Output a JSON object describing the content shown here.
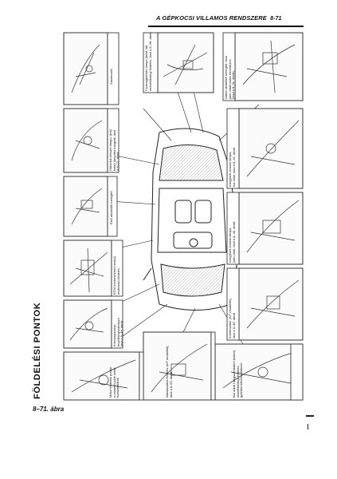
{
  "header": {
    "title": "A GÉPKOCSI VILLAMOS RENDSZERE",
    "page_ref": "8-71"
  },
  "sidebar_title": "FÖLDELÉSI PONTOK",
  "figure_label": "8–71. ábra",
  "captions": {
    "top_center": "Csomagtértartó lámpa (feláll-ótt)\nvezetékkötegi földelés, lásd a 8–28. ábrát",
    "top_right": "Hátsó ablakfűtő melegítő, lásd\njobb oldali hátsó elrendezés\n(lásd a 8–31. ábrát)",
    "top_left": "Zavaresztő",
    "left_upper": "Hátsófali-elosztó lámpa, (bal)\nhátsó lámpába integrált, lásd\na 8–72. ábrát",
    "left_middle": "Első ablakfűtő melegítő",
    "left_lower": "ECM (motorvezérlő modul)\nelválasztó-földelés",
    "left_bottom": "Kormányoszlop\nfeszültségszabályzó\nlásd a 8–48. ábrát",
    "bottom_left": "Motor földelési pontja\na motortér jobb oldali\nhomlokfalánál",
    "bottom_center": "Akkumulátor-földelés (A/T modellek),\nlásd a 8–69. ábrát",
    "bottom_right": "Bal oldali hangszórókábel (hátsó)\nvezetékkötegi földelés,\ngyártási kábelcsatlakozó",
    "right_lower": "Kondenzátor (A/T modellek),\nlásd a 8–46. ábrát",
    "right_middle": "Irányjelző-elosztó lámpa,\njobb oldal, lásd a 8–40. ábrát",
    "right_upper": "Irányjelző-elosztó lámpa,\nbal oldal, lásd a 8–41. ábrát"
  }
}
